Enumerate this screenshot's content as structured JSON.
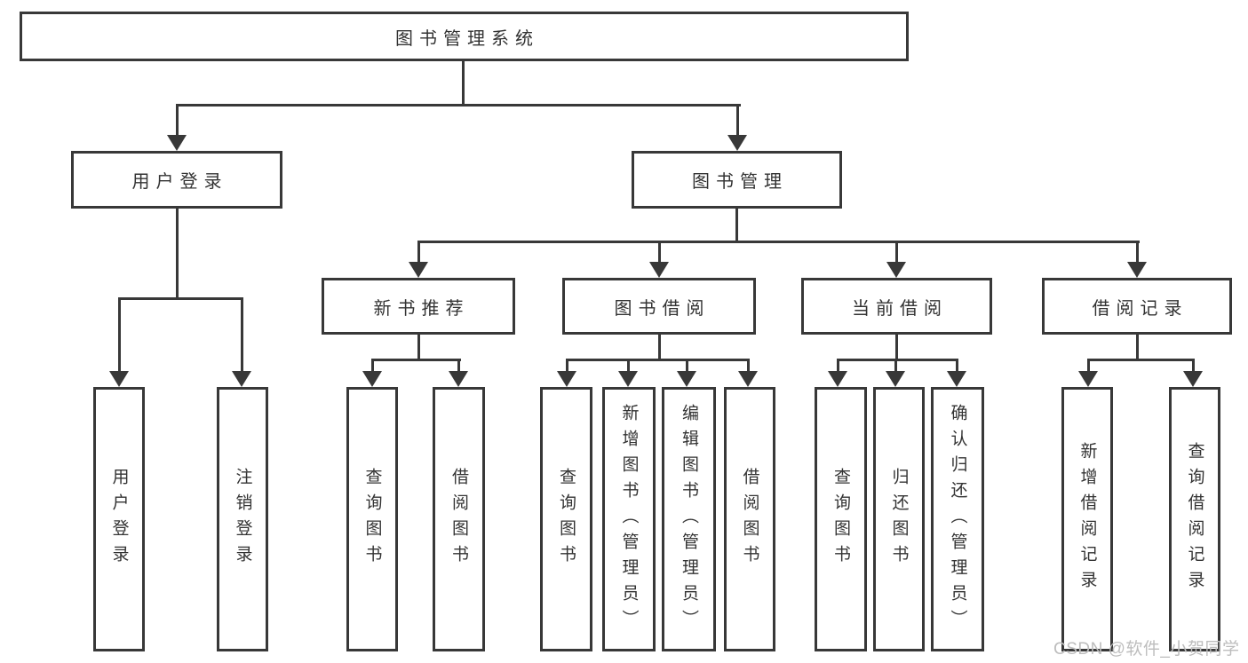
{
  "diagram": {
    "title_hint": "functional structure tree",
    "root": {
      "label": "图书管理系统"
    },
    "branches": [
      {
        "label": "用户登录",
        "children": [
          {
            "label": "用户登录"
          },
          {
            "label": "注销登录"
          }
        ]
      },
      {
        "label": "图书管理",
        "children": [
          {
            "label": "新书推荐",
            "children": [
              {
                "label": "查询图书"
              },
              {
                "label": "借阅图书"
              }
            ]
          },
          {
            "label": "图书借阅",
            "children": [
              {
                "label": "查询图书"
              },
              {
                "label": "新增图书（管理员）"
              },
              {
                "label": "编辑图书（管理员）"
              },
              {
                "label": "借阅图书"
              }
            ]
          },
          {
            "label": "当前借阅",
            "children": [
              {
                "label": "查询图书"
              },
              {
                "label": "归还图书"
              },
              {
                "label": "确认归还（管理员）"
              }
            ]
          },
          {
            "label": "借阅记录",
            "children": [
              {
                "label": "新增借阅记录"
              },
              {
                "label": "查询借阅记录"
              }
            ]
          }
        ]
      }
    ]
  },
  "watermark": {
    "text": "CSDN @软件_小贺同学"
  },
  "colors": {
    "line": "#383838",
    "box_border": "#383838",
    "text": "#333333",
    "watermark": "#bdbdbd",
    "background": "#ffffff"
  }
}
